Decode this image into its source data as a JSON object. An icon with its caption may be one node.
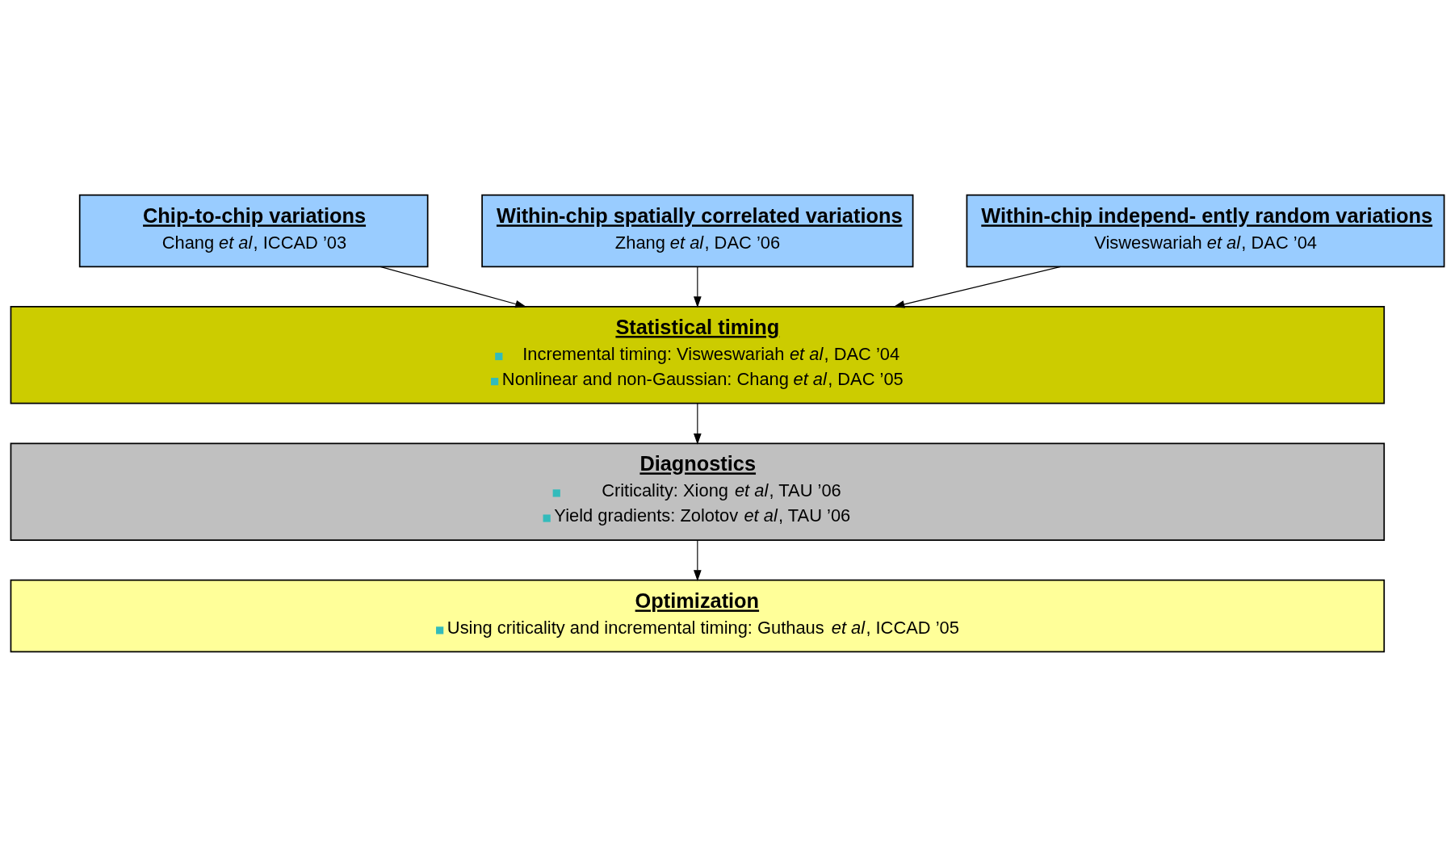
{
  "diagram": {
    "nodes": [
      {
        "text": [
          "Chip-to-chip variations",
          "Chang *et al*, ICCAD ’03"
        ]
      },
      {
        "text": [
          "Within-chip spatially correlated variations",
          "Zhang *et al*, DAC ’06"
        ]
      },
      {
        "text": [
          "Within-chip independ- ently random variations",
          "Visweswariah *et al*, DAC ’04"
        ]
      },
      {
        "text": [
          "Statistical timing",
          "Incremental timing: Visweswariah *et al*, DAC ’04",
          "Nonlinear and non-Gaussian: Chang *et al*, DAC ’05"
        ]
      },
      {
        "text": [
          "Diagnostics",
          "Criticality: Xiong *et al*, TAU ’06",
          "Yield gradients: Zolotov *et al*, TAU ’06"
        ]
      },
      {
        "text": [
          "Optimization",
          "Using criticality and incremental timing: Guthaus *et al*, ICCAD ’05"
        ]
      }
    ],
    "edges": [
      {
        "from": 0,
        "to": 3,
        "arrow": "to"
      },
      {
        "from": 1,
        "to": 3,
        "arrow": "to"
      },
      {
        "from": 2,
        "to": 3,
        "arrow": "to"
      },
      {
        "from": 3,
        "to": 4,
        "arrow": "to"
      },
      {
        "from": 4,
        "to": 5,
        "arrow": "to"
      }
    ]
  }
}
